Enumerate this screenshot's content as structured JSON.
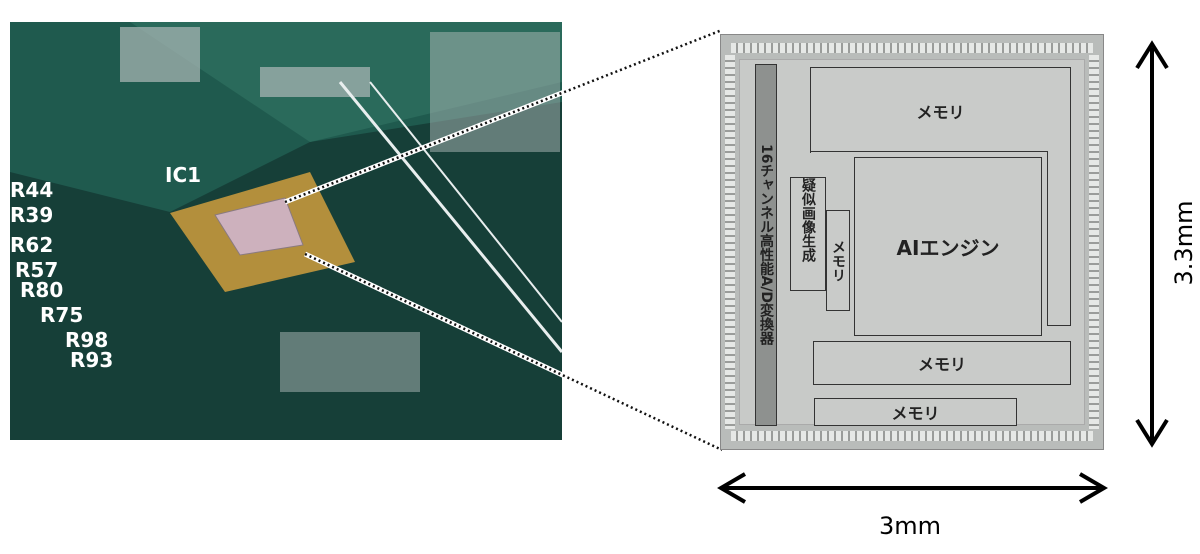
{
  "photo": {
    "silkscreen_labels": [
      "IC1",
      "R44",
      "R39",
      "R62",
      "R57",
      "R80",
      "R75",
      "R98",
      "R93"
    ]
  },
  "die": {
    "adc_label": "16チャンネル高性能A/D変換器",
    "pseudo_image_label": "疑似画像生成",
    "small_memory_label": "メモリ",
    "top_memory_label": "メモリ",
    "ai_engine_label": "AIエンジン",
    "middle_memory_label": "メモリ",
    "bottom_memory_label": "メモリ"
  },
  "dimensions": {
    "height_label": "3.3mm",
    "width_label": "3mm"
  }
}
